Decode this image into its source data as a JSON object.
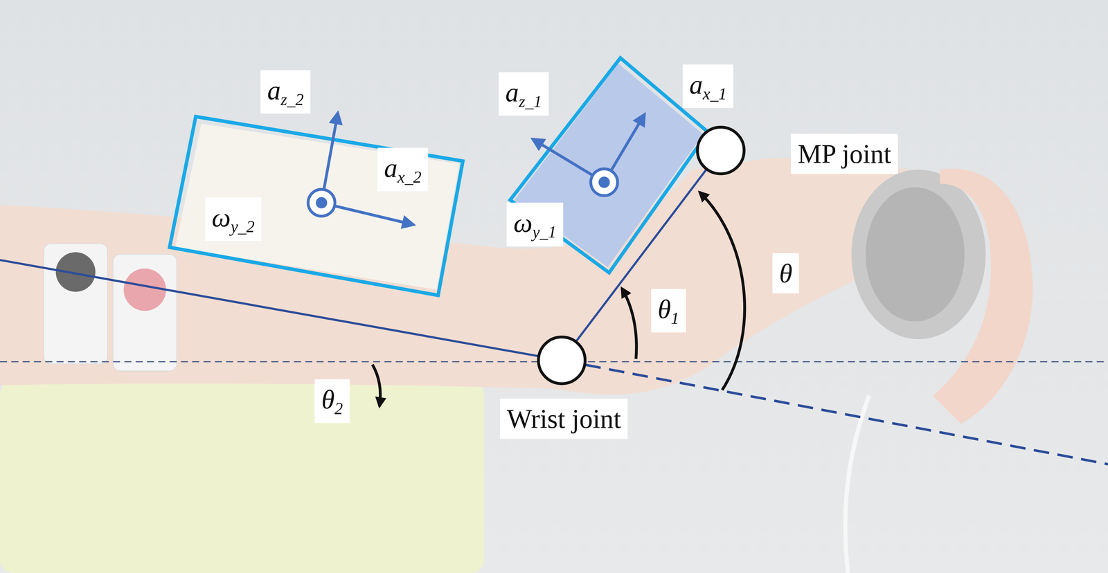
{
  "diagram": {
    "labels": [
      "az_2",
      "ax_2",
      "ωy_2",
      "az_1",
      "ax_1",
      "ωy_1",
      "MP joint",
      "θ",
      "θ1",
      "θ2",
      "Wrist joint"
    ]
  }
}
